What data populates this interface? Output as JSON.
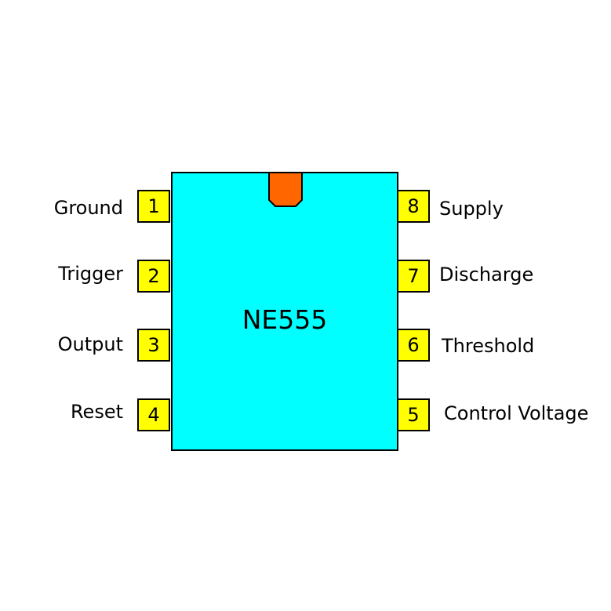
{
  "chip": {
    "part_number": "NE555",
    "body_color": "#00ffff",
    "notch_color": "#ff6600",
    "pin_color": "#ffff00"
  },
  "pins": [
    {
      "number": "1",
      "label": "Ground",
      "side": "left"
    },
    {
      "number": "2",
      "label": "Trigger",
      "side": "left"
    },
    {
      "number": "3",
      "label": "Output",
      "side": "left"
    },
    {
      "number": "4",
      "label": "Reset",
      "side": "left"
    },
    {
      "number": "5",
      "label": "Control Voltage",
      "side": "right"
    },
    {
      "number": "6",
      "label": "Threshold",
      "side": "right"
    },
    {
      "number": "7",
      "label": "Discharge",
      "side": "right"
    },
    {
      "number": "8",
      "label": "Supply",
      "side": "right"
    }
  ]
}
